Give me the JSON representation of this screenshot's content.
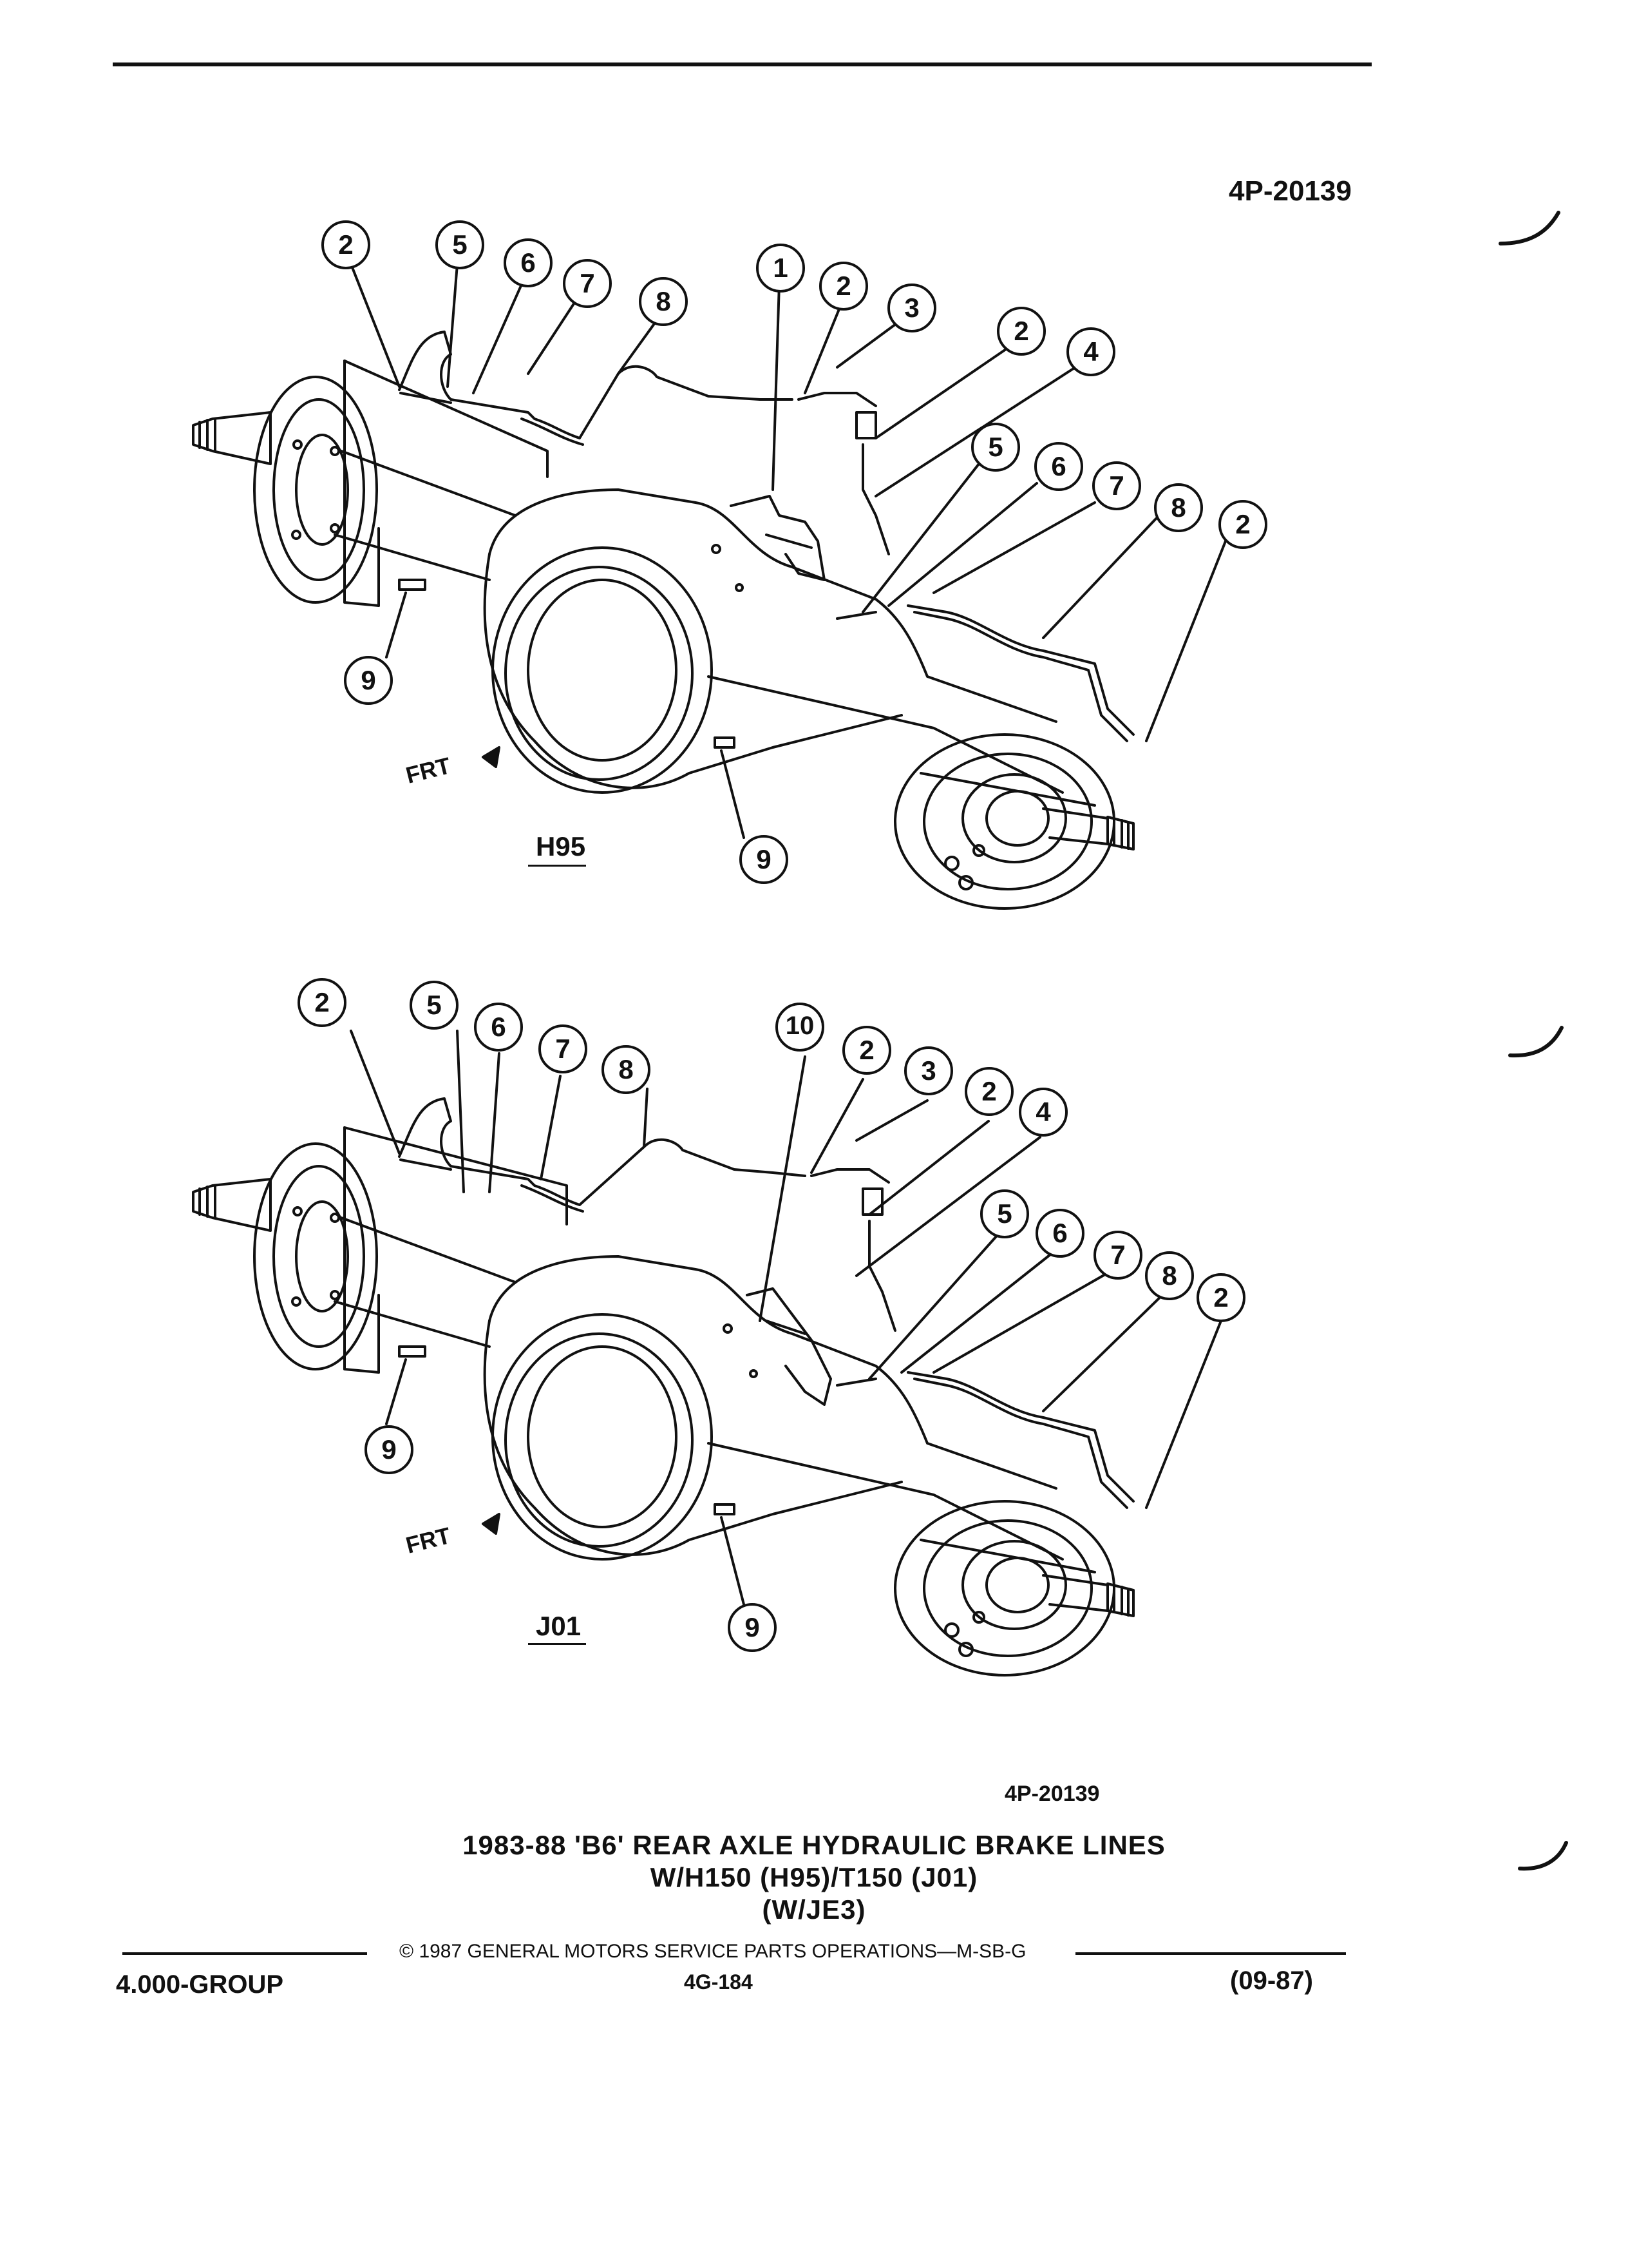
{
  "header": {
    "figure_number_top": "4P-20139"
  },
  "views": [
    {
      "id": "h95",
      "label": "H95",
      "front_marker": "FRT",
      "callouts": [
        "2",
        "5",
        "6",
        "7",
        "8",
        "1",
        "2",
        "3",
        "2",
        "4",
        "5",
        "6",
        "7",
        "8",
        "2",
        "9",
        "9"
      ]
    },
    {
      "id": "j01",
      "label": "J01",
      "front_marker": "FRT",
      "callouts": [
        "2",
        "5",
        "6",
        "7",
        "8",
        "10",
        "2",
        "3",
        "2",
        "4",
        "5",
        "6",
        "7",
        "8",
        "2",
        "9",
        "9"
      ]
    }
  ],
  "figure_number_bottom": "4P-20139",
  "caption": {
    "line1": "1983-88 'B6' REAR AXLE HYDRAULIC BRAKE LINES",
    "line2": "W/H150 (H95)/T150 (J01)",
    "line3": "(W/JE3)"
  },
  "footer": {
    "copyright": "© 1987 GENERAL MOTORS SERVICE PARTS OPERATIONS—M-SB-G",
    "group": "4.000-GROUP",
    "page": "4G-184",
    "date": "(09-87)"
  }
}
